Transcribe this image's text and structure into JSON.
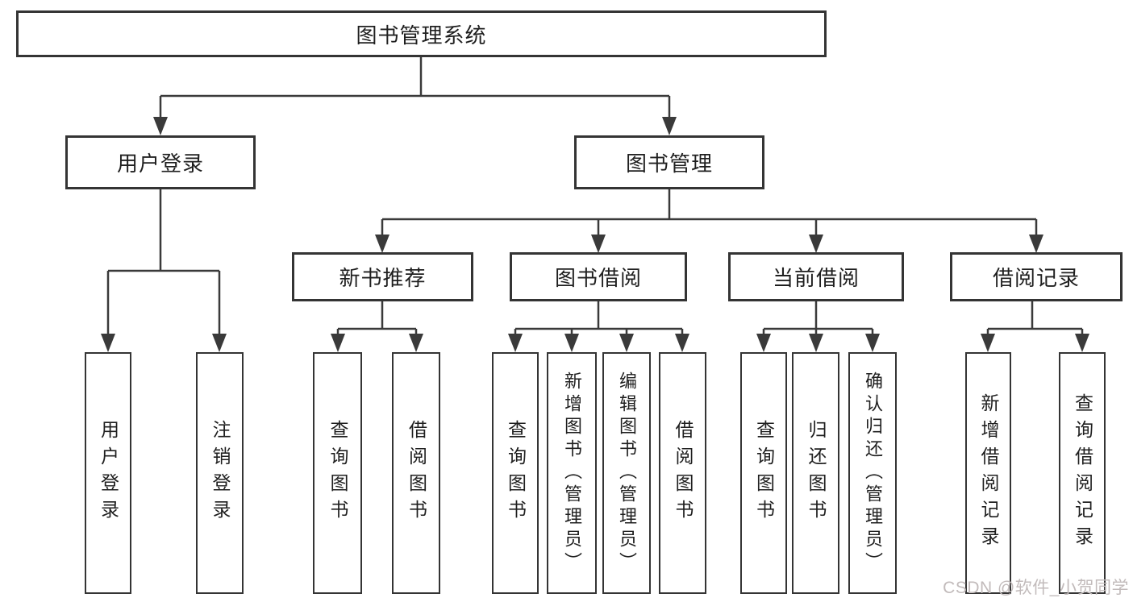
{
  "title": "图书管理系统",
  "nodes": {
    "userLogin": "用户登录",
    "bookMgmt": "图书管理",
    "newBooks": "新书推荐",
    "bookBorrow": "图书借阅",
    "currentBorrow": "当前借阅",
    "borrowRecords": "借阅记录"
  },
  "leaves": {
    "userLogin": [
      "用户登录",
      "注销登录"
    ],
    "newBooks": [
      "查询图书",
      "借阅图书"
    ],
    "bookBorrow": [
      "查询图书",
      "新增图书（管理员）",
      "编辑图书（管理员）",
      "借阅图书"
    ],
    "currentBorrow": [
      "查询图书",
      "归还图书",
      "确认归还（管理员）"
    ],
    "borrowRecords": [
      "新增借阅记录",
      "查询借阅记录"
    ]
  },
  "watermark": "CSDN @软件_小贺同学",
  "colors": {
    "line": "#3a3a3a",
    "border": "#343434",
    "text": "#1f1f1f",
    "watermark": "#c2bbbb",
    "background": "#ffffff"
  }
}
